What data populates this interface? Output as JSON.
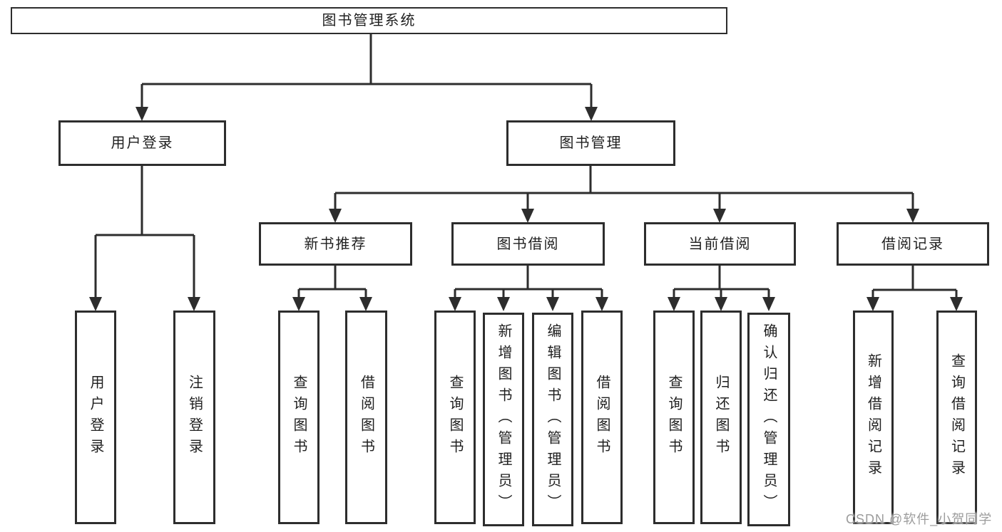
{
  "diagram_title": "图书管理系统",
  "colors": {
    "line": "#2d2d2d",
    "box_border": "#2d2d2d",
    "text": "#1f1f1f",
    "background": "#ffffff",
    "watermark": "#9c9c9c"
  },
  "nodes": {
    "root": {
      "label": "图书管理系统"
    },
    "user_login": {
      "label": "用户登录"
    },
    "book_mgmt": {
      "label": "图书管理"
    },
    "new_book_rec": {
      "label": "新书推荐"
    },
    "book_borrow": {
      "label": "图书借阅"
    },
    "current_borrow": {
      "label": "当前借阅"
    },
    "borrow_records": {
      "label": "借阅记录"
    },
    "login_leaf": {
      "label": "用户登录"
    },
    "logout_leaf": {
      "label": "注销登录"
    },
    "nbr_query": {
      "label": "查询图书"
    },
    "nbr_borrow": {
      "label": "借阅图书"
    },
    "bb_query": {
      "label": "查询图书"
    },
    "bb_add": {
      "label": "新增图书（管理员）"
    },
    "bb_edit": {
      "label": "编辑图书（管理员）"
    },
    "bb_borrow": {
      "label": "借阅图书"
    },
    "cb_query": {
      "label": "查询图书"
    },
    "cb_return": {
      "label": "归还图书"
    },
    "cb_confirm": {
      "label": "确认归还（管理员）"
    },
    "br_add": {
      "label": "新增借阅记录"
    },
    "br_query": {
      "label": "查询借阅记录"
    }
  },
  "watermark": "CSDN @软件_小贺同学"
}
